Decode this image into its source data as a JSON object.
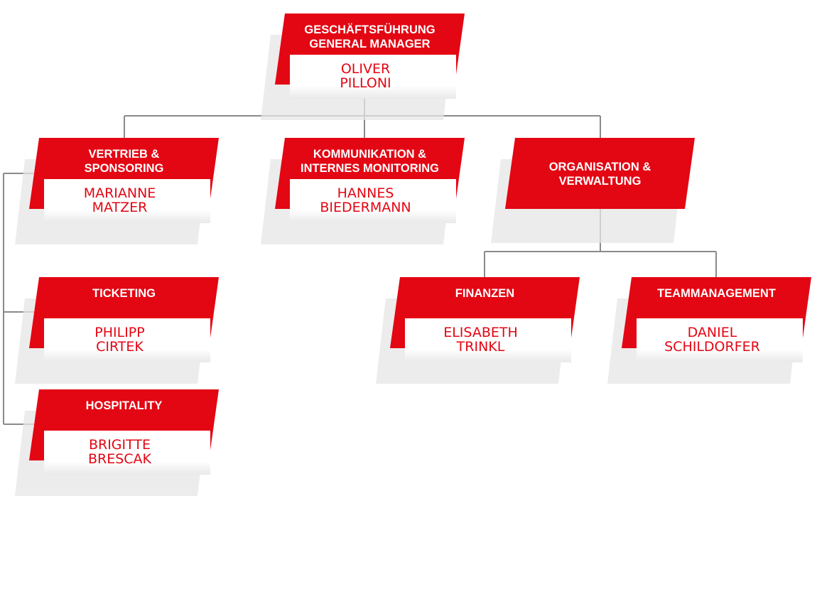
{
  "colors": {
    "accent": "#e30613",
    "connector": "#8a8a8a",
    "name_panel": "#ffffff",
    "shadow": "#e6e6e6"
  },
  "org": {
    "gm": {
      "title": [
        "GESCHÄFTSFÜHRUNG",
        "GENERAL MANAGER"
      ],
      "name": [
        "OLIVER",
        "PILLONI"
      ]
    },
    "sales": {
      "title": [
        "VERTRIEB &",
        "SPONSORING"
      ],
      "name": [
        "MARIANNE",
        "MATZER"
      ]
    },
    "comms": {
      "title": [
        "KOMMUNIKATION &",
        "INTERNES MONITORING"
      ],
      "name": [
        "HANNES",
        "BIEDERMANN"
      ]
    },
    "admin": {
      "title": [
        "ORGANISATION &",
        "VERWALTUNG"
      ],
      "name": []
    },
    "ticketing": {
      "title": [
        "TICKETING"
      ],
      "name": [
        "PHILIPP",
        "CIRTEK"
      ]
    },
    "hospitality": {
      "title": [
        "HOSPITALITY"
      ],
      "name": [
        "BRIGITTE",
        "BRESCAK"
      ]
    },
    "finance": {
      "title": [
        "FINANZEN"
      ],
      "name": [
        "ELISABETH",
        "TRINKL"
      ]
    },
    "team": {
      "title": [
        "TEAMMANAGEMENT"
      ],
      "name": [
        "DANIEL",
        "SCHILDORFER"
      ]
    }
  }
}
